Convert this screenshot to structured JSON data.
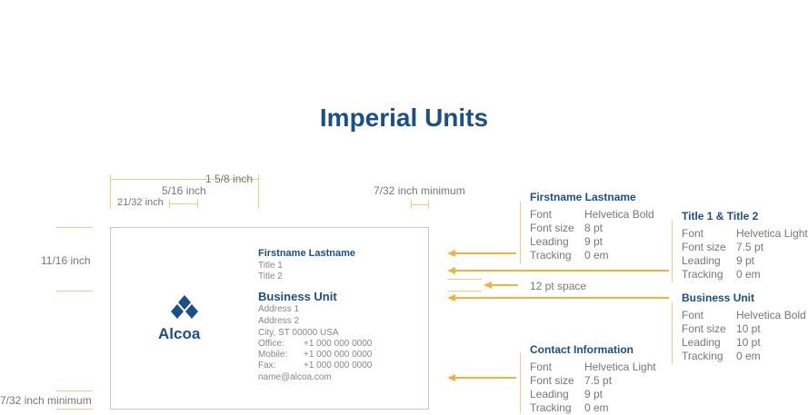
{
  "title": "Imperial Units",
  "dimensions": {
    "width": "1 5/8 inch",
    "logo_center": "5/16 inch",
    "text_left": "21/32 inch",
    "margin_right": "7/32 inch minimum",
    "height": "11/16 inch",
    "margin_bottom": "7/32 inch minimum"
  },
  "card": {
    "name": "Firstname Lastname",
    "title1": "Title 1",
    "title2": "Title 2",
    "business_unit": "Business Unit",
    "address1": "Address 1",
    "address2": "Address 2",
    "city": "City, ST 00000 USA",
    "office_label": "Office:",
    "office_value": "+1 000 000 0000",
    "mobile_label": "Mobile:",
    "mobile_value": "+1 000 000 0000",
    "fax_label": "Fax:",
    "fax_value": "+1 000 000 0000",
    "email": "name@alcoa.com",
    "logo_text": "Alcoa"
  },
  "spacing_note": "12 pt space",
  "specs": {
    "name": {
      "heading": "Firstname Lastname",
      "font_label": "Font",
      "font": "Helvetica Bold",
      "size_label": "Font size",
      "size": "8 pt",
      "leading_label": "Leading",
      "leading": "9 pt",
      "tracking_label": "Tracking",
      "tracking": "0 em"
    },
    "titles": {
      "heading": "Title 1 & Title 2",
      "font_label": "Font",
      "font": "Helvetica Light",
      "size_label": "Font size",
      "size": "7.5 pt",
      "leading_label": "Leading",
      "leading": "9 pt",
      "tracking_label": "Tracking",
      "tracking": "0 em"
    },
    "business": {
      "heading": "Business Unit",
      "font_label": "Font",
      "font": "Helvetica Bold",
      "size_label": "Font size",
      "size": "10 pt",
      "leading_label": "Leading",
      "leading": "10 pt",
      "tracking_label": "Tracking",
      "tracking": "0 em"
    },
    "contact": {
      "heading": "Contact Information",
      "font_label": "Font",
      "font": "Helvetica Light",
      "size_label": "Font size",
      "size": "7.5 pt",
      "leading_label": "Leading",
      "leading": "9 pt",
      "tracking_label": "Tracking",
      "tracking": "0 em"
    }
  },
  "colors": {
    "brand_blue": "#1a4f8a",
    "guide_orange": "#f0b43c",
    "text_gray": "#777777"
  }
}
